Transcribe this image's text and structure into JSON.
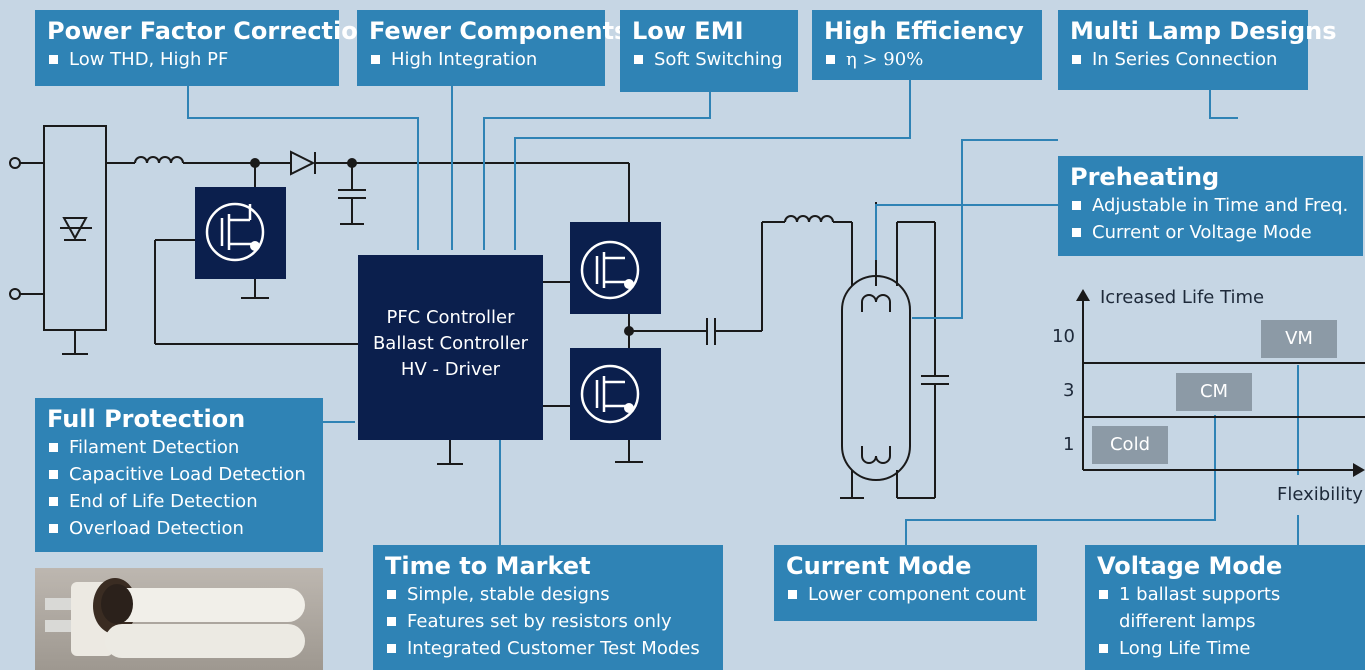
{
  "features": {
    "pfc": {
      "title": "Power Factor Correction",
      "items": [
        "Low THD, High PF"
      ]
    },
    "fewer": {
      "title": "Fewer Components",
      "items": [
        "High Integration"
      ]
    },
    "emi": {
      "title": "Low EMI",
      "items": [
        "Soft Switching"
      ]
    },
    "efficiency": {
      "title": "High Efficiency",
      "items": [
        "η > 90%"
      ]
    },
    "multilamp": {
      "title": "Multi Lamp Designs",
      "items": [
        "In Series Connection"
      ]
    },
    "preheat": {
      "title": "Preheating",
      "items": [
        "Adjustable in Time and Freq.",
        "Current or Voltage Mode"
      ]
    },
    "protection": {
      "title": "Full Protection",
      "items": [
        "Filament Detection",
        "Capacitive Load  Detection",
        "End of Life Detection",
        "Overload Detection"
      ]
    },
    "ttm": {
      "title": "Time to Market",
      "items": [
        "Simple, stable designs",
        "Features set by resistors only",
        "Integrated Customer Test Modes"
      ]
    },
    "cm": {
      "title": "Current Mode",
      "items": [
        "Lower component count"
      ]
    },
    "vm": {
      "title": "Voltage Mode",
      "items": [
        "1 ballast supports",
        "different lamps",
        "Long Life Time"
      ]
    }
  },
  "controller": {
    "lines": [
      "PFC Controller",
      "Ballast Controller",
      "HV - Driver"
    ]
  },
  "lifetime_chart": {
    "y_label": "Icreased Life Time",
    "x_label": "Flexibility",
    "y_ticks": [
      "10",
      "3",
      "1"
    ],
    "chips": [
      "Cold",
      "CM",
      "VM"
    ]
  },
  "colors": {
    "background": "#c6d6e4",
    "box": "#2f83b5",
    "ic": "#0b1f4d",
    "chip": "#8c9aa6",
    "wire": "#1a1a1a",
    "callout": "#2f83b5"
  }
}
